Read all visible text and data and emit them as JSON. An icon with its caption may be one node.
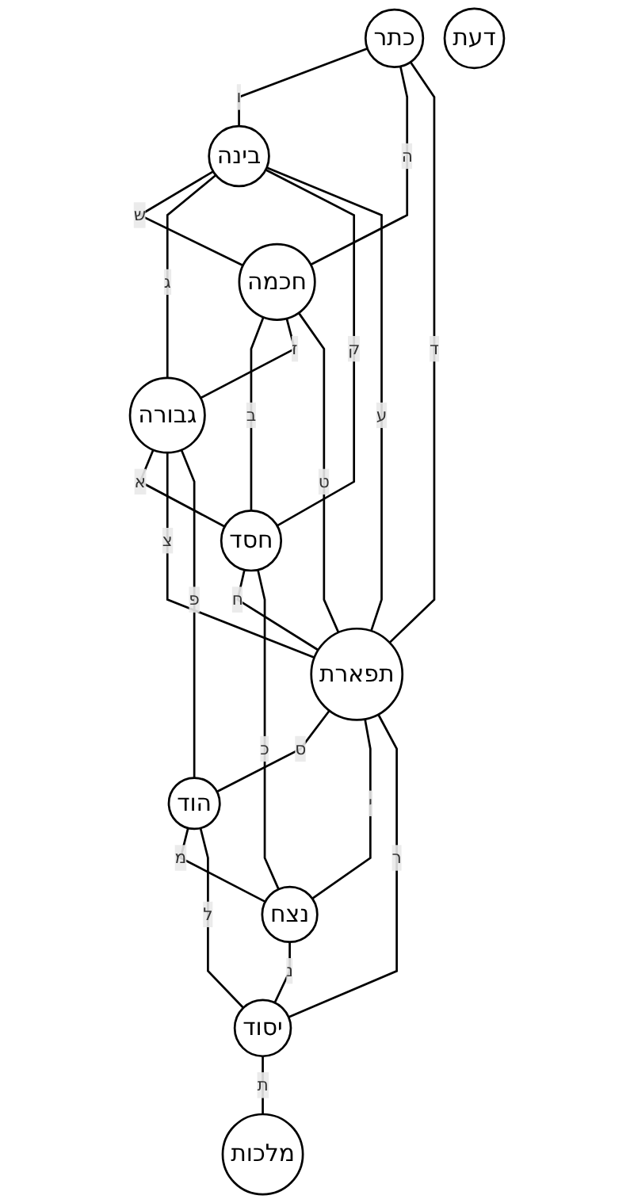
{
  "diagram": {
    "nodes": [
      {
        "text": [
          "כתר"
        ]
      },
      {
        "text": [
          "בינה"
        ]
      },
      {
        "text": [
          "חכמה"
        ]
      },
      {
        "text": [
          "דעת"
        ]
      },
      {
        "text": [
          "גבורה"
        ]
      },
      {
        "text": [
          "חסד"
        ]
      },
      {
        "text": [
          "תפארת"
        ]
      },
      {
        "text": [
          "הוד"
        ]
      },
      {
        "text": [
          "נצח"
        ]
      },
      {
        "text": [
          "יסוד"
        ]
      },
      {
        "text": [
          "מלכות"
        ]
      }
    ],
    "edges": [
      {
        "from": 0,
        "to": 1,
        "arrow": "none",
        "label": "ו"
      },
      {
        "from": 0,
        "to": 2,
        "arrow": "none",
        "label": "ה"
      },
      {
        "from": 0,
        "to": 6,
        "arrow": "none",
        "label": "ד"
      },
      {
        "from": 1,
        "to": 2,
        "arrow": "none",
        "label": "ש"
      },
      {
        "from": 1,
        "to": 4,
        "arrow": "none",
        "label": "ג"
      },
      {
        "from": 2,
        "to": 5,
        "arrow": "none",
        "label": "ב"
      },
      {
        "from": 1,
        "to": 5,
        "arrow": "none",
        "label": "ק"
      },
      {
        "from": 2,
        "to": 4,
        "arrow": "none",
        "label": "ז"
      },
      {
        "from": 1,
        "to": 6,
        "arrow": "none",
        "label": "ע"
      },
      {
        "from": 2,
        "to": 6,
        "arrow": "none",
        "label": "ט"
      },
      {
        "from": 4,
        "to": 5,
        "arrow": "none",
        "label": "א"
      },
      {
        "from": 4,
        "to": 6,
        "arrow": "none",
        "label": "צ"
      },
      {
        "from": 5,
        "to": 6,
        "arrow": "none",
        "label": "ח"
      },
      {
        "from": 4,
        "to": 7,
        "arrow": "none",
        "label": "פ"
      },
      {
        "from": 5,
        "to": 8,
        "arrow": "none",
        "label": "כ"
      },
      {
        "from": 6,
        "to": 7,
        "arrow": "none",
        "label": "ס"
      },
      {
        "from": 6,
        "to": 8,
        "arrow": "none",
        "label": "י"
      },
      {
        "from": 7,
        "to": 8,
        "arrow": "none",
        "label": "מ"
      },
      {
        "from": 6,
        "to": 9,
        "arrow": "none",
        "label": "ר"
      },
      {
        "from": 7,
        "to": 9,
        "arrow": "none",
        "label": "ל"
      },
      {
        "from": 8,
        "to": 9,
        "arrow": "none",
        "label": "נ"
      },
      {
        "from": 9,
        "to": 10,
        "arrow": "none",
        "label": "ת"
      }
    ]
  }
}
